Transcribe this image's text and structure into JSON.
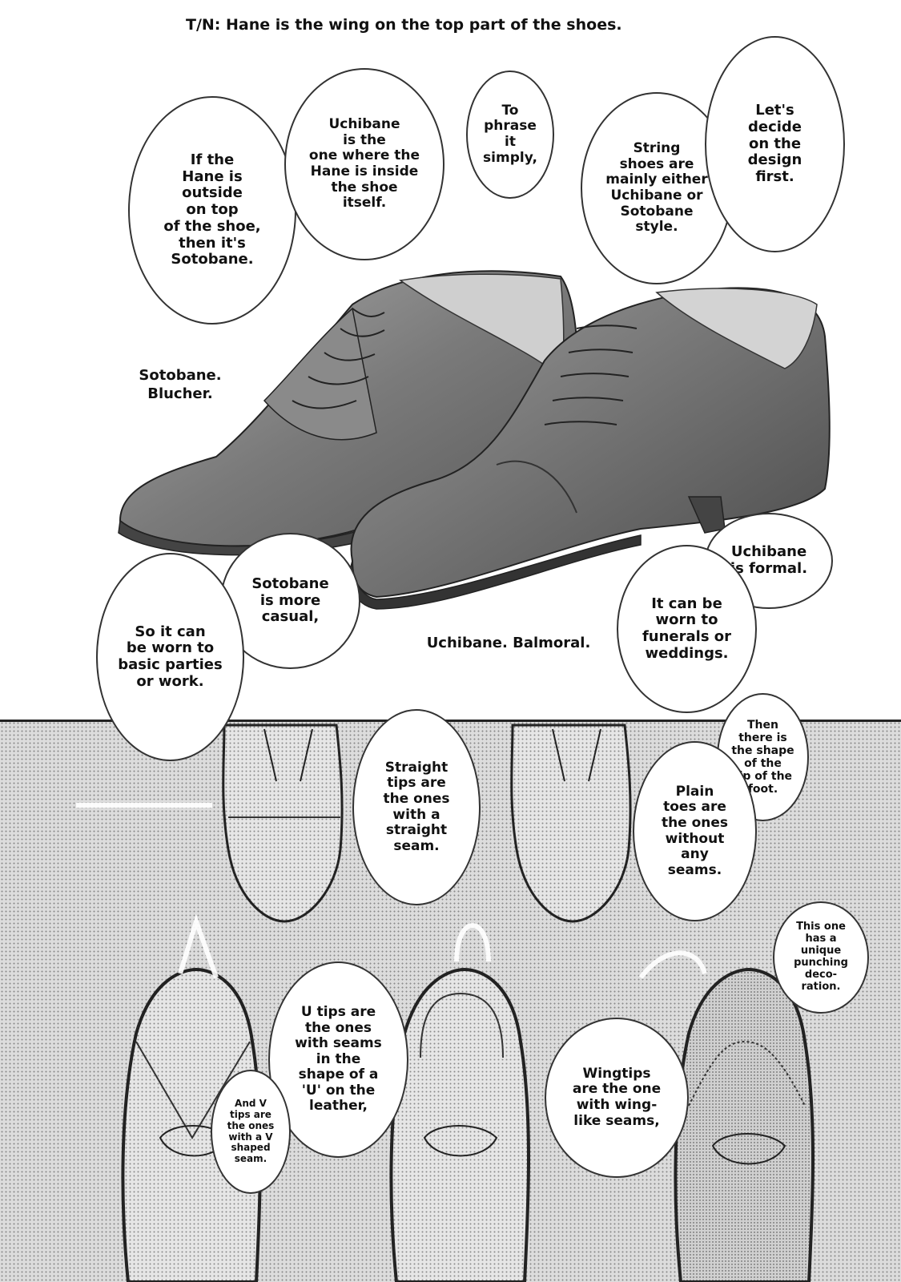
{
  "translator_note": "T/N: Hane is the wing on the top part of the shoes.",
  "bubbles": {
    "sotobane_def": "If the\nHane is\noutside\non top\nof the shoe,\nthen it's\nSotobane.",
    "uchibane_def": "Uchibane\nis the\none where the\nHane is inside\nthe shoe\nitself.",
    "phrase": "To\nphrase\nit\nsimply,",
    "string_shoes": "String\nshoes are\nmainly either\nUchibane or\nSotobane\nstyle.",
    "decide": "Let's\ndecide\non the\ndesign\nfirst.",
    "sotobane_casual": "Sotobane\nis more\ncasual,",
    "basic_parties": "So it can\nbe worn to\nbasic parties\nor work.",
    "uchibane_formal": "Uchibane\nis formal.",
    "funerals": "It can be\nworn to\nfunerals or\nweddings.",
    "tip_shape": "Then\nthere is\nthe shape\nof the\ntip of the\nfoot.",
    "plain_toes": "Plain\ntoes are\nthe ones\nwithout\nany\nseams.",
    "straight_tips": "Straight\ntips are\nthe ones\nwith a\nstraight\nseam.",
    "u_tips": "U tips are\nthe ones\nwith seams\nin the\nshape of a\n'U' on the\nleather,",
    "v_tips": "And V\ntips are\nthe ones\nwith a V\nshaped\nseam.",
    "wingtips": "Wingtips\nare the one\nwith wing-\nlike seams,",
    "punching": "This one\nhas a\nunique\npunching\ndeco-\nration."
  },
  "labels": {
    "sotobane": "Sotobane.\nBlucher.",
    "uchibane": "Uchibane. Balmoral."
  }
}
